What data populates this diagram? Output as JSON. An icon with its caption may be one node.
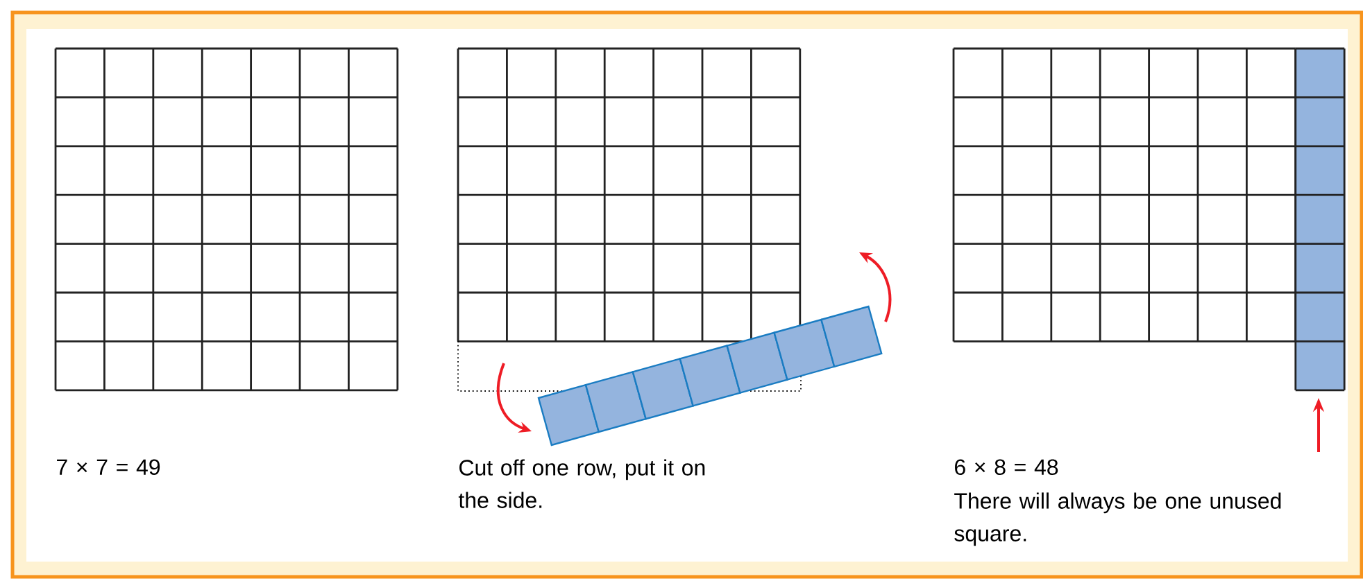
{
  "diagram": {
    "labels": [
      "7 × 7 = 49",
      "Cut off one row, put it on the side.",
      "6 × 8 = 48",
      "There will always be one unused square."
    ]
  }
}
